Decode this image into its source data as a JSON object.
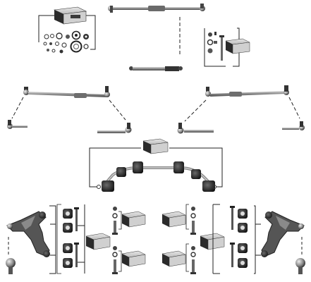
{
  "figure": {
    "kind": "parts-kit-illustration",
    "background": "#ffffff",
    "palette": {
      "line": "#1a1a1a",
      "metal_dark": "#3a3a3a",
      "metal_mid": "#7c7c7c",
      "metal_light": "#c8c8c8",
      "rubber": "#1e1e1e",
      "box_dark": "#2b2b2b",
      "box_light": "#d9d9d9"
    },
    "groups": [
      {
        "name": "repair-kit",
        "icon": "kit-box-icon"
      },
      {
        "name": "tie-rod",
        "icon": "tie-rod-icon"
      },
      {
        "name": "link-hardware",
        "icon": "bolt-set-icon"
      },
      {
        "name": "steering-damper",
        "icon": "damper-icon"
      },
      {
        "name": "track-rod-left",
        "icon": "track-rod-icon"
      },
      {
        "name": "track-rod-right",
        "icon": "track-rod-icon"
      },
      {
        "name": "stabilizer-bar",
        "icon": "stabilizer-bar-icon"
      },
      {
        "name": "control-arm-left",
        "icon": "control-arm-icon"
      },
      {
        "name": "control-arm-right",
        "icon": "control-arm-icon"
      },
      {
        "name": "bushing-set",
        "icon": "bushing-icon"
      },
      {
        "name": "ball-joint",
        "icon": "ball-joint-icon"
      }
    ]
  }
}
